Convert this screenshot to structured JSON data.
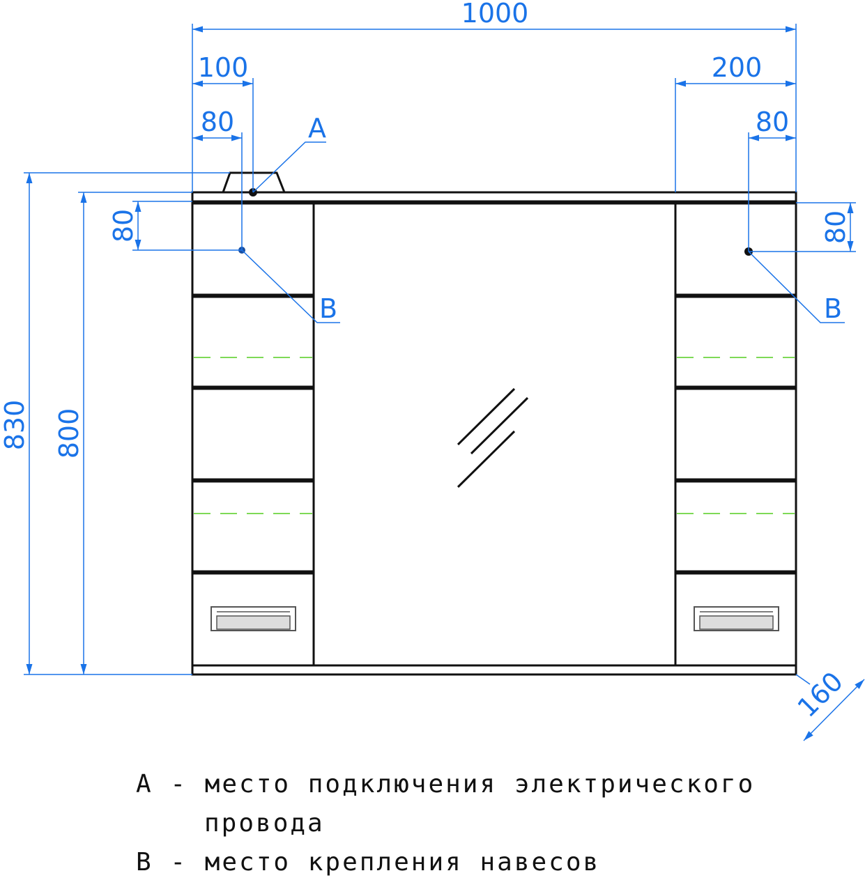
{
  "dimensions": {
    "total_width": "1000",
    "left_outer_offset": "100",
    "left_hinge_offset": "80",
    "right_outer_offset": "200",
    "right_hinge_offset": "80",
    "left_vertical_hinge": "80",
    "right_vertical_hinge": "80",
    "total_height": "830",
    "body_height": "800",
    "depth": "160"
  },
  "labels": {
    "point_a": "A",
    "point_b_left": "B",
    "point_b_right": "B"
  },
  "legend": {
    "line1": "А - место подключения электрического",
    "line2": "провода",
    "line3": "В - место крепления навесов"
  },
  "colors": {
    "dimension": "#1a73e8",
    "outline": "#111111",
    "shelf_dash": "#7ed957"
  }
}
